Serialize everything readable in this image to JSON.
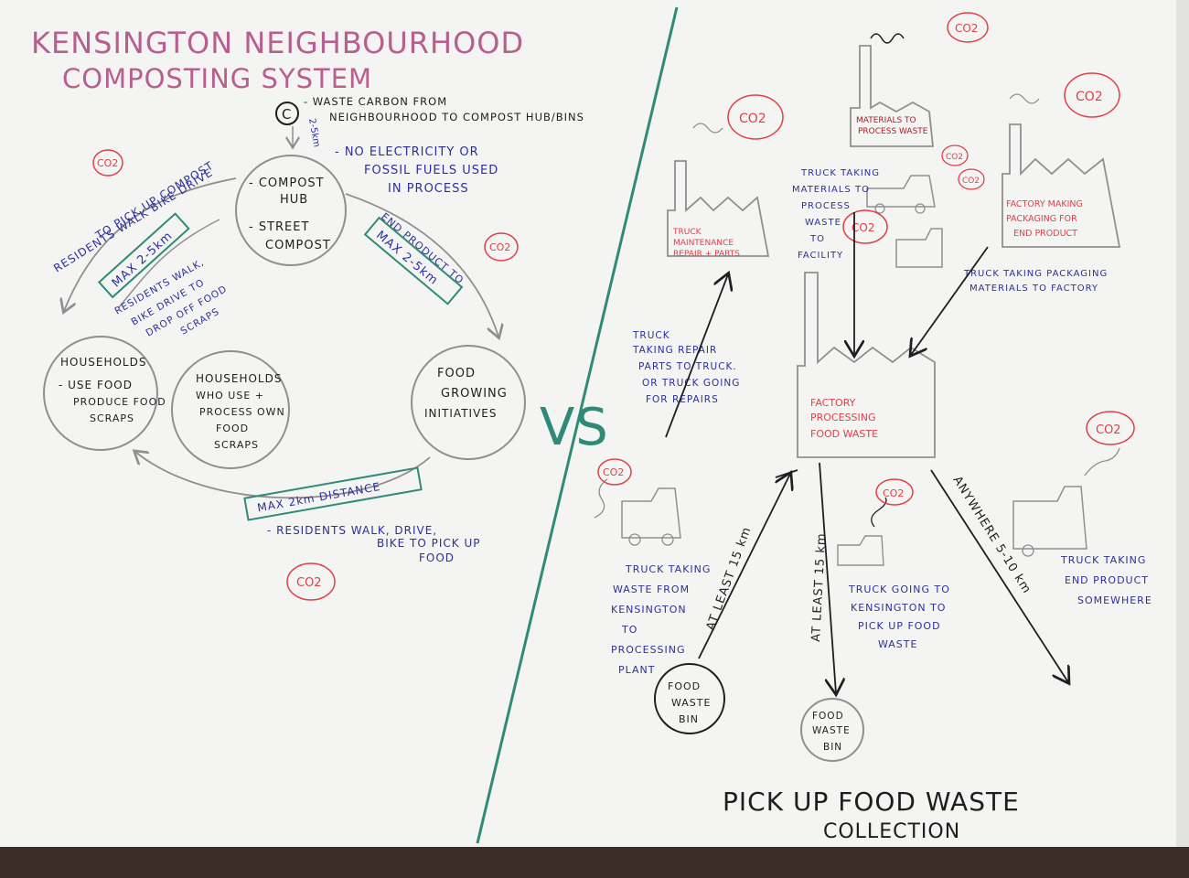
{
  "colors": {
    "paper": "#f4f4f2",
    "carpet": "#3a2e28",
    "pencil": "#8f8f8f",
    "pink_title": "#b85f8f",
    "blue_ink": "#2c2f9e",
    "red_ink": "#e0404a",
    "black_ink": "#1e1e1e",
    "green_ink": "#2f8a78",
    "dark_red": "#a8202c"
  },
  "left": {
    "title_line1": "KENSINGTON NEIGHBOURHOOD",
    "title_line2": "COMPOSTING SYSTEM",
    "c_symbol": "C",
    "carbon_note_line1": "- WASTE CARBON FROM",
    "carbon_note_line2": "NEIGHBOURHOOD TO COMPOST HUB/BINS",
    "side_note": "2-5km",
    "no_fossil_line1": "- NO ELECTRICITY OR",
    "no_fossil_line2": "FOSSIL FUELS USED",
    "no_fossil_line3": "IN PROCESS",
    "hub_line1": "- COMPOST",
    "hub_line2": "HUB",
    "hub_line3": "- STREET",
    "hub_line4": "COMPOST",
    "households_line1": "HOUSEHOLDS",
    "households_line2": "- USE FOOD",
    "households_line3": "PRODUCE FOOD",
    "households_line4": "SCRAPS",
    "households2_line1": "HOUSEHOLDS",
    "households2_line2": "WHO USE +",
    "households2_line3": "PROCESS OWN",
    "households2_line4": "FOOD",
    "households2_line5": "SCRAPS",
    "food_line1": "FOOD",
    "food_line2": "GROWING",
    "food_line3": "INITIATIVES",
    "walk_note_line1": "RESIDENTS WALK BIKE DRIVE",
    "walk_note_line2": "TO PICK UP COMPOST",
    "max_left": "MAX 2-5km",
    "drop_line1": "RESIDENTS WALK,",
    "drop_line2": "BIKE DRIVE TO",
    "drop_line3": "DROP OFF FOOD",
    "drop_line4": "SCRAPS",
    "end_line1": "END PRODUCT TO",
    "end_line2": "MAX 2-5km",
    "max_bottom": "MAX 2km DISTANCE",
    "pick_line1": "- RESIDENTS WALK, DRIVE,",
    "pick_line2": "BIKE TO PICK UP",
    "pick_line3": "FOOD",
    "co2": "CO2"
  },
  "center": {
    "vs": "VS"
  },
  "right": {
    "materials_line1": "MATERIALS TO",
    "materials_line2": "PROCESS WASTE",
    "truck_materials_line1": "TRUCK TAKING",
    "truck_materials_line2": "MATERIALS TO",
    "truck_materials_line3": "PROCESS",
    "truck_materials_line4": "WASTE",
    "truck_materials_line5": "TO",
    "truck_materials_line6": "FACILITY",
    "maint_line1": "TRUCK",
    "maint_line2": "MAINTENANCE",
    "maint_line3": "REPAIR + PARTS",
    "pack_line1": "FACTORY MAKING",
    "pack_line2": "PACKAGING FOR",
    "pack_line3": "END PRODUCT",
    "pack_truck_line1": "TRUCK TAKING PACKAGING",
    "pack_truck_line2": "MATERIALS TO FACTORY",
    "repair_line1": "TRUCK",
    "repair_line2": "TAKING REPAIR",
    "repair_line3": "PARTS TO TRUCK.",
    "repair_line4": "OR TRUCK GOING",
    "repair_line5": "FOR REPAIRS",
    "factory_line1": "FACTORY",
    "factory_line2": "PROCESSING",
    "factory_line3": "FOOD WASTE",
    "dist1": "AT LEAST 15 km",
    "dist2": "AT LEAST 15 km",
    "dist3": "ANYWHERE 5-10 km",
    "kens_truck_line1": "TRUCK TAKING",
    "kens_truck_line2": "WASTE FROM",
    "kens_truck_line3": "KENSINGTON",
    "kens_truck_line4": "TO",
    "kens_truck_line5": "PROCESSING",
    "kens_truck_line6": "PLANT",
    "going_line1": "TRUCK GOING TO",
    "going_line2": "KENSINGTON TO",
    "going_line3": "PICK UP FOOD",
    "going_line4": "WASTE",
    "end_truck_line1": "TRUCK TAKING",
    "end_truck_line2": "END PRODUCT",
    "end_truck_line3": "SOMEWHERE",
    "bin1_line1": "FOOD",
    "bin1_line2": "WASTE",
    "bin1_line3": "BIN",
    "bin2_line1": "FOOD",
    "bin2_line2": "WASTE",
    "bin2_line3": "BIN",
    "footer_line1": "PICK UP FOOD WASTE",
    "footer_line2": "COLLECTION",
    "co2": "CO2"
  }
}
